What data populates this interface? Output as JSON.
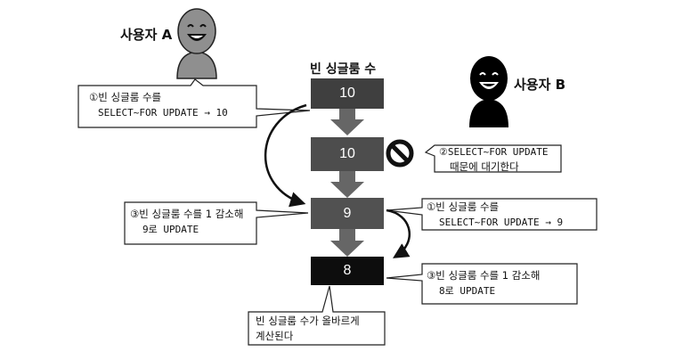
{
  "users": {
    "a_label": "사용자 A",
    "b_label": "사용자 B"
  },
  "column_title": "빈 싱글룸 수",
  "steps": [
    {
      "value": "10",
      "color": "#3f3f3f"
    },
    {
      "value": "10",
      "color": "#4d4d4d"
    },
    {
      "value": "9",
      "color": "#515151"
    },
    {
      "value": "8",
      "color": "#0d0d0d"
    }
  ],
  "callouts": {
    "a1": {
      "line1": "①빈 싱글룸 수를",
      "line2": "SELECT~FOR UPDATE → 10"
    },
    "b2": {
      "line1": "②SELECT~FOR UPDATE",
      "line2": "때문에 대기한다"
    },
    "a3": {
      "line1": "③빈 싱글룸 수를 1 감소해",
      "line2": "9로 UPDATE"
    },
    "b1": {
      "line1": "①빈 싱글룸 수를",
      "line2": "SELECT~FOR UPDATE → 9"
    },
    "b3": {
      "line1": "③빈 싱글룸 수를 1 감소해",
      "line2": "8로 UPDATE"
    },
    "result": {
      "line1": "빈 싱글룸 수가 올바르게",
      "line2": "계산된다"
    }
  },
  "icons": [
    "user-a-avatar-icon",
    "user-b-avatar-icon",
    "no-entry-icon",
    "down-arrow-icon",
    "curved-arrow-icon"
  ],
  "colors": {
    "box_dark": "#3f3f3f",
    "box_black": "#0d0d0d",
    "arrow_gray": "#666666",
    "avatar_gray": "#8f8f8f",
    "avatar_black": "#000000"
  }
}
